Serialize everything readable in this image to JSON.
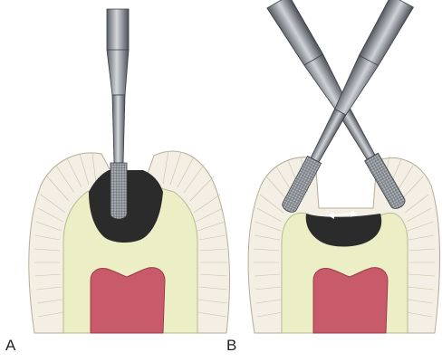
{
  "panels": [
    {
      "label": "A",
      "instrument": "single-straight-bur",
      "shows_arrow": false
    },
    {
      "label": "B",
      "instrument": "two-angled-burs",
      "shows_arrow": true
    }
  ],
  "colors": {
    "enamel": "#f3efe4",
    "enamel_line": "#cbbfa5",
    "dentin": "#eceec6",
    "pulp": "#c85a6a",
    "cavity": "#2b2b2b",
    "shank_light": "#c9ccd2",
    "shank_dark": "#5c6069"
  },
  "icons": [
    "double-headed-arrow-icon"
  ]
}
